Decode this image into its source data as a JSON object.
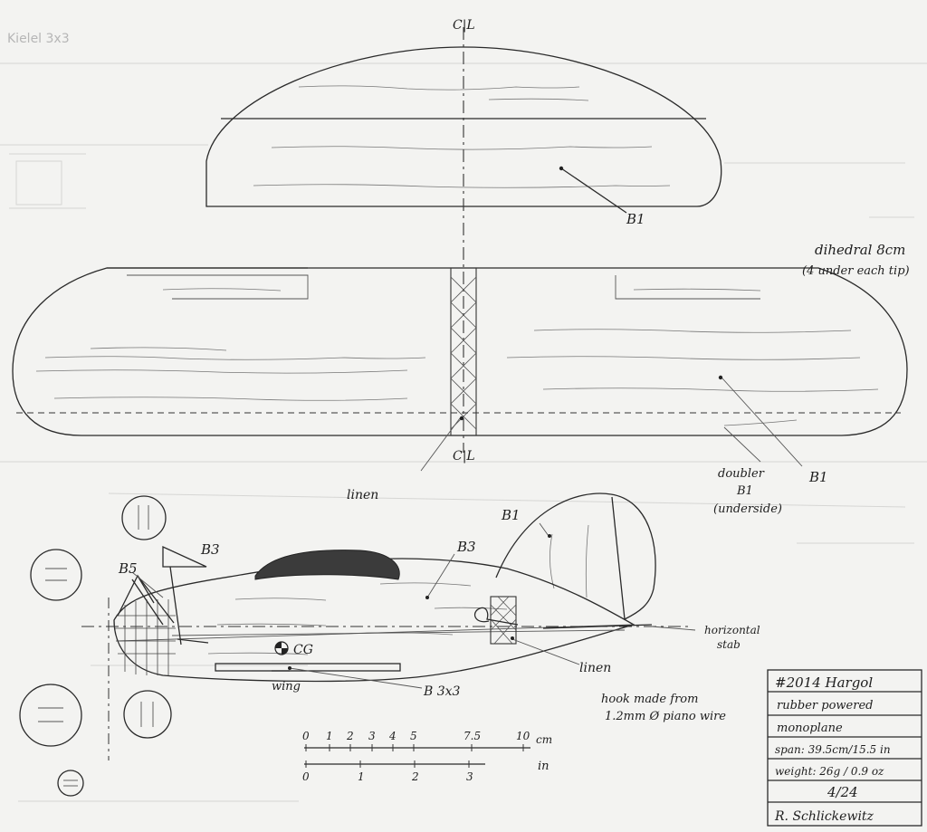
{
  "labels": {
    "centerline_top": "C|L",
    "centerline_wing": "C|L",
    "stab_material": "B1",
    "dihedral_line1": "dihedral 8cm",
    "dihedral_line2": "(4 under each tip)",
    "wing_material": "B1",
    "doubler_line1": "doubler",
    "doubler_line2": "B1",
    "doubler_line3": "(underside)",
    "linen_wing": "linen",
    "rudder_material": "B1",
    "fuselage_material": "B3",
    "prop_material": "B3",
    "nose_material": "B5",
    "horizontal_stab_line1": "horizontal",
    "horizontal_stab_line2": "stab",
    "linen_fuselage": "linen",
    "cg": "CG",
    "wing_position": "wing",
    "keel_material": "B 3x3",
    "hook_line1": "hook made from",
    "hook_line2": "1.2mm Ø piano wire",
    "ghost_text": "Kielel 3x3"
  },
  "scale": {
    "cm_ticks": [
      "0",
      "1",
      "2",
      "3",
      "4",
      "5",
      "7.5",
      "10",
      "cm"
    ],
    "in_ticks": [
      "0",
      "1",
      "2",
      "3",
      "in"
    ]
  },
  "title_block": {
    "title": "#2014 Hargol",
    "desc_line1": "rubber powered",
    "desc_line2": "monoplane",
    "span": "span: 39.5cm/15.5 in",
    "weight": "weight: 26g / 0.9 oz",
    "date": "4/24",
    "author": "R. Schlickewitz"
  },
  "colors": {
    "paper": "#f3f3f1",
    "ink": "#2a2a2a",
    "canopy": "#3b3b3b"
  }
}
